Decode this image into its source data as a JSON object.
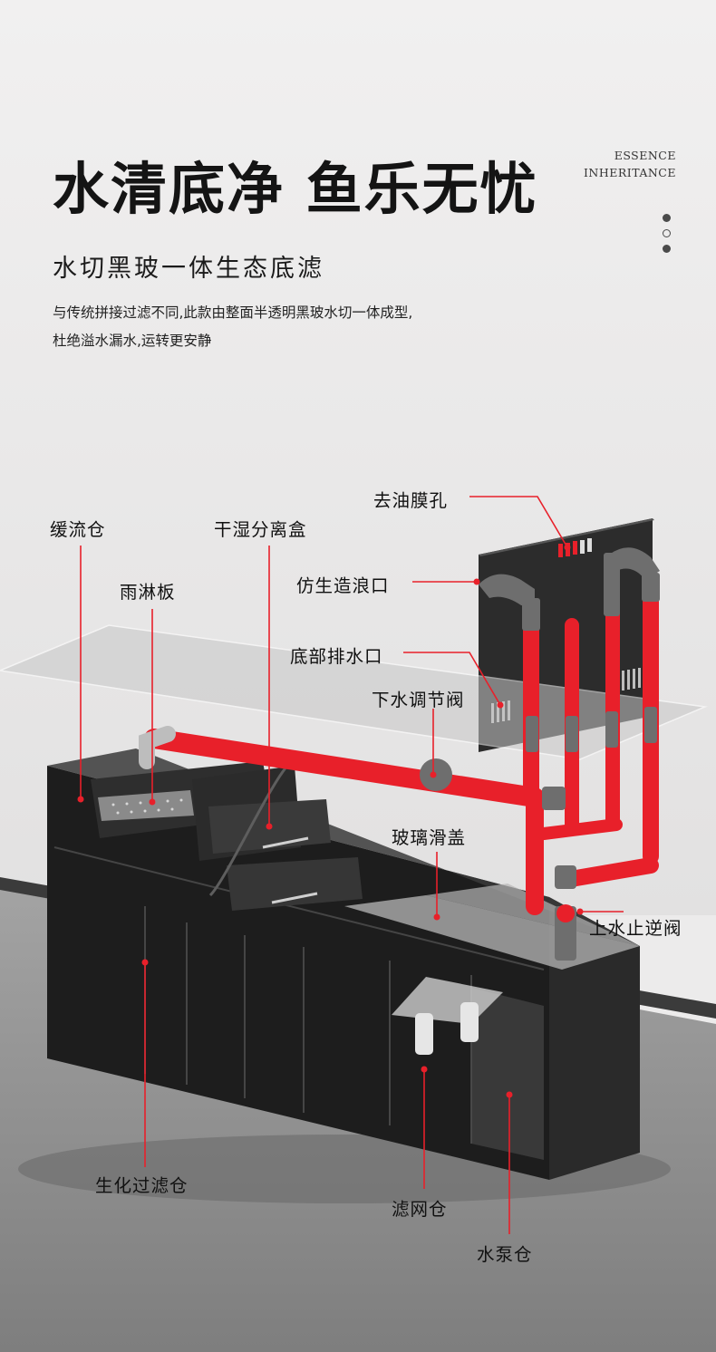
{
  "header": {
    "headline": "水清底净 鱼乐无忧",
    "subtitle": "水切黑玻一体生态底滤",
    "description_line1": "与传统拼接过滤不同,此款由整面半透明黑玻水切一体成型,",
    "description_line2": "杜绝溢水漏水,运转更安静",
    "essence": "ESSENCE",
    "inheritance": "INHERITANCE"
  },
  "callouts": {
    "oil_film_hole": "去油膜孔",
    "slow_flow_chamber": "缓流仓",
    "dry_wet_box": "干湿分离盒",
    "rain_plate": "雨淋板",
    "wave_outlet": "仿生造浪口",
    "bottom_drain": "底部排水口",
    "downflow_valve": "下水调节阀",
    "glass_slide_cover": "玻璃滑盖",
    "check_valve": "上水止逆阀",
    "bio_filter_chamber": "生化过滤仓",
    "filter_net_chamber": "滤网仓",
    "pump_chamber": "水泵仓"
  },
  "colors": {
    "accent_red": "#e8202a",
    "cabinet_black": "#1a1a1a",
    "background": "#ecebeb",
    "floor": "#8d8d8d"
  }
}
